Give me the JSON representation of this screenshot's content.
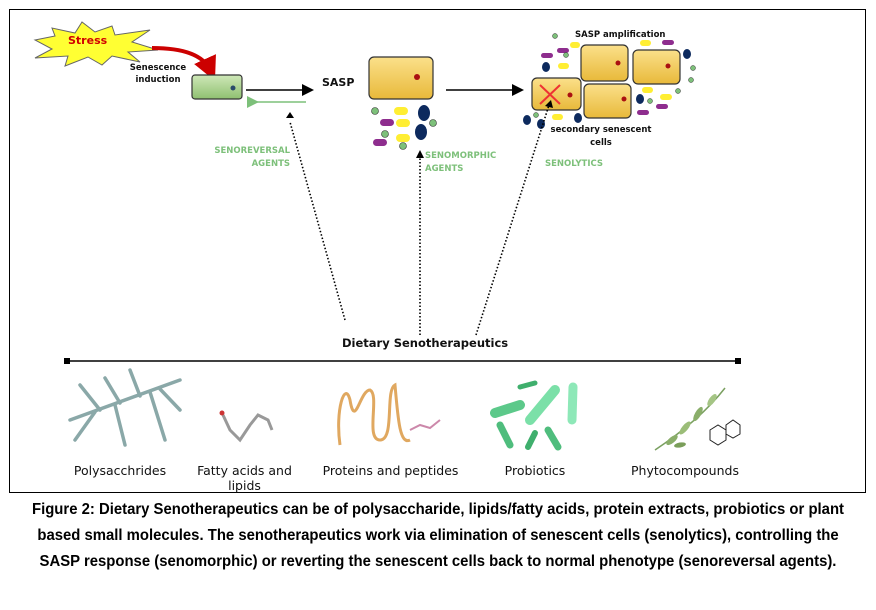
{
  "diagram": {
    "stress_label": "Stress",
    "senescence_induction": "Senescence induction",
    "sasp_label": "SASP",
    "sasp_amplification": "SASP amplification",
    "secondary_cells": "secondary senescent cells",
    "agents": {
      "senoreversal": "SENOREVERSAL AGENTS",
      "senomorphic": "SENOMORPHIC AGENTS",
      "senolytics": "SENOLYTICS"
    },
    "dietary_title": "Dietary Senotherapeutics",
    "categories": [
      {
        "label": "Polysacchrides",
        "icon": "polysaccharide-icon"
      },
      {
        "label": "Fatty acids and lipids",
        "icon": "fatty-acid-molecule-icon"
      },
      {
        "label": "Proteins and peptides",
        "icon": "protein-peptide-icon"
      },
      {
        "label": "Probiotics",
        "icon": "bacteria-icon"
      },
      {
        "label": "Phytocompounds",
        "icon": "plant-leaf-icon"
      }
    ],
    "colors": {
      "agent_green": "#7dc07a",
      "stress_yellow": "#ffff33",
      "stress_red": "#cc0000",
      "cell_yellow": "#f2c94c",
      "normal_cell_green": "#a8d08d",
      "sasp_purple": "#8e2d8e",
      "sasp_navy": "#0d2a5e"
    }
  },
  "caption": "Figure 2: Dietary Senotherapeutics can be of polysaccharide, lipids/fatty acids, protein extracts, probiotics or plant based small molecules. The senotherapeutics work via elimination of senescent cells (senolytics), controlling the SASP response (senomorphic) or reverting the senescent cells back to normal phenotype (senoreversal agents)."
}
